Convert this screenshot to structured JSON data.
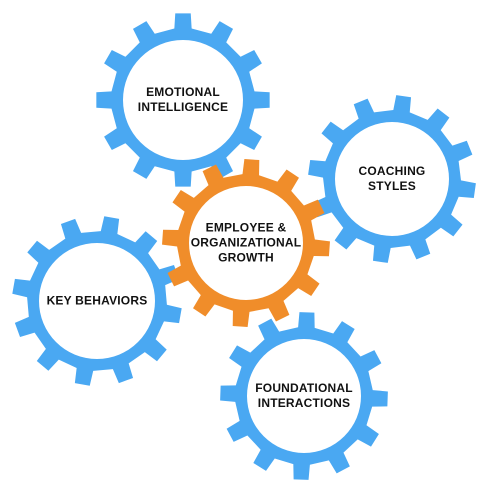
{
  "colors": {
    "gear_blue": "#4aa8f2",
    "gear_orange": "#f08d2a",
    "gear_center": "#ffffff",
    "text": "#111111"
  },
  "gears": [
    {
      "id": "emotional-intelligence",
      "label": "EMOTIONAL\nINTELLIGENCE",
      "color": "gear_blue"
    },
    {
      "id": "coaching-styles",
      "label": "COACHING\nSTYLES",
      "color": "gear_blue"
    },
    {
      "id": "employee-organizational-growth",
      "label": "EMPLOYEE &\nORGANIZATIONAL\nGROWTH",
      "color": "gear_orange"
    },
    {
      "id": "key-behaviors",
      "label": "KEY BEHAVIORS",
      "color": "gear_blue"
    },
    {
      "id": "foundational-interactions",
      "label": "FOUNDATIONAL\nINTERACTIONS",
      "color": "gear_blue"
    }
  ]
}
